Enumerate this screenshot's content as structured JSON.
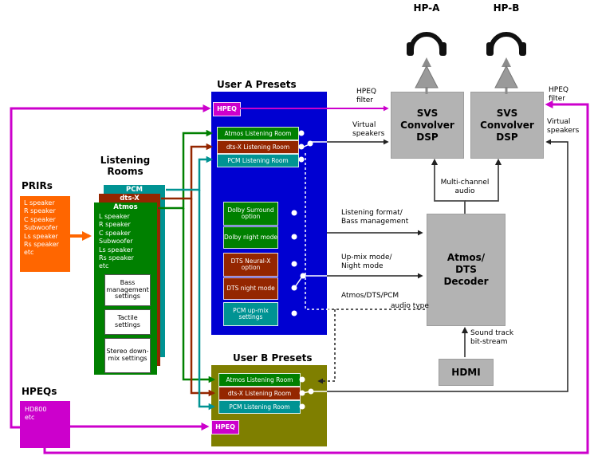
{
  "headphones": {
    "a_label": "HP-A",
    "b_label": "HP-B"
  },
  "convolver": {
    "lines": [
      "SVS",
      "Convolver",
      "DSP"
    ]
  },
  "decoder": {
    "lines": [
      "Atmos/",
      "DTS",
      "Decoder"
    ]
  },
  "hdmi": {
    "label": "HDMI"
  },
  "prirs": {
    "title": "PRIRs",
    "items": [
      "L speaker",
      "R speaker",
      "C speaker",
      "Subwoofer",
      "Ls speaker",
      "Rs speaker",
      "etc"
    ]
  },
  "hpeqs": {
    "title": "HPEQs",
    "items": [
      "HD800",
      "etc"
    ]
  },
  "rooms_stack": {
    "title": [
      "Listening",
      "Rooms"
    ],
    "pcm_tab": "PCM",
    "dtsx_tab": "dts-X",
    "atmos_tab": "Atmos",
    "speakers": [
      "L speaker",
      "R speaker",
      "C speaker",
      "Subwoofer",
      "Ls speaker",
      "Rs speaker",
      "etc"
    ],
    "settings": [
      "Bass management settings",
      "Tactile settings",
      "Stereo down-mix settings"
    ]
  },
  "user_a": {
    "title": "User A Presets",
    "hpeq": "HPEQ",
    "rooms": [
      "Atmos Listening Room",
      "dts-X Listening Room",
      "PCM Listening Room"
    ],
    "options": [
      "Dolby Surround option",
      "Dolby night mode",
      "DTS Neural-X option",
      "DTS night mode",
      "PCM up-mix settings"
    ]
  },
  "user_b": {
    "title": "User B Presets",
    "hpeq": "HPEQ",
    "rooms": [
      "Atmos Listening Room",
      "dts-X Listening Room",
      "PCM Listening Room"
    ]
  },
  "annotations": {
    "hpeq_filter_left": [
      "HPEQ",
      "filter"
    ],
    "hpeq_filter_right": [
      "HPEQ",
      "filter"
    ],
    "virtual_speakers_left": [
      "Virtual",
      "speakers"
    ],
    "virtual_speakers_right": [
      "Virtual",
      "speakers"
    ],
    "multichannel": [
      "Multi-channel",
      "audio"
    ],
    "listening_format": [
      "Listening format/",
      "Bass management"
    ],
    "upmix": [
      "Up-mix mode/",
      "Night mode"
    ],
    "audio_fmt": "Atmos/DTS/PCM",
    "audio_type": "audio type",
    "soundtrack": [
      "Sound track",
      "bit-stream"
    ]
  },
  "colors": {
    "blue": "#0000d2",
    "olive": "#7f7f00",
    "green": "#008000",
    "darkred": "#942600",
    "teal": "#009393",
    "magenta": "#cc00cc",
    "orange": "#ff6600",
    "gray_box": "#b3b3b3"
  }
}
